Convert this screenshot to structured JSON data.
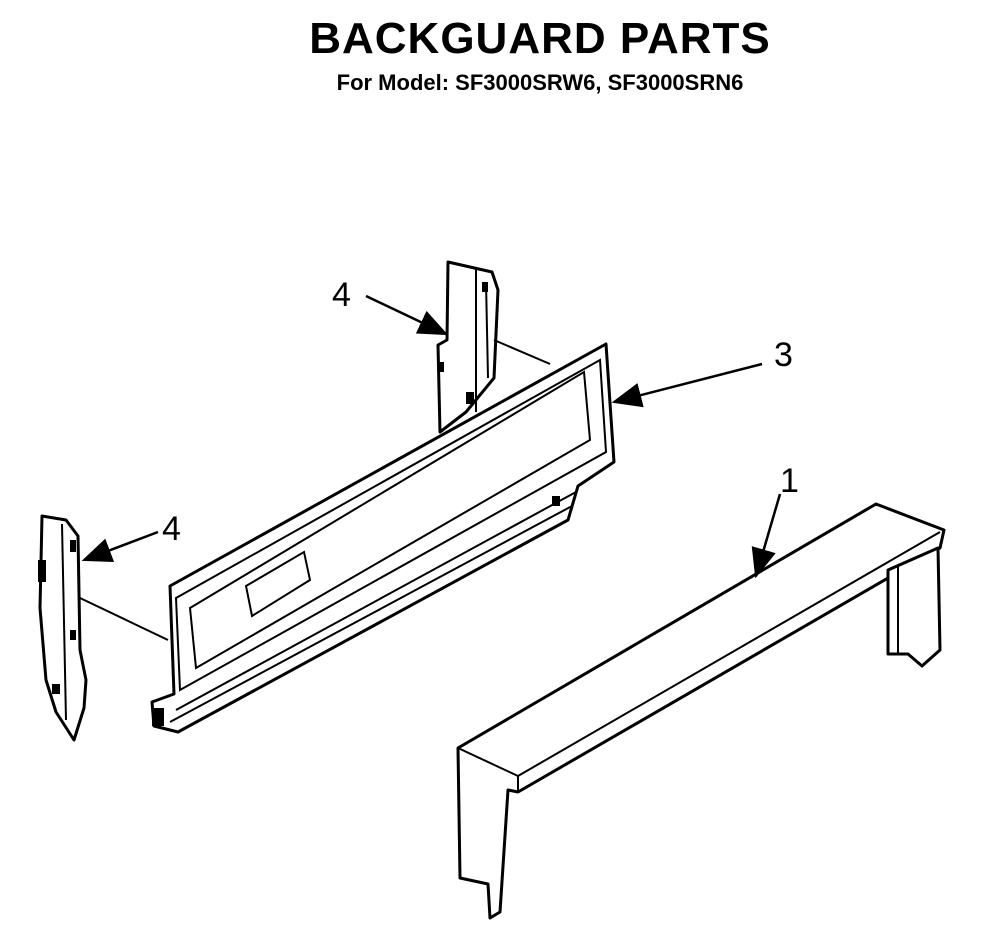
{
  "header": {
    "title": "BACKGUARD PARTS",
    "subtitle": "For Model: SF3000SRW6, SF3000SRN6"
  },
  "callouts": {
    "part_1": "1",
    "part_3": "3",
    "part_4_upper": "4",
    "part_4_left": "4"
  }
}
